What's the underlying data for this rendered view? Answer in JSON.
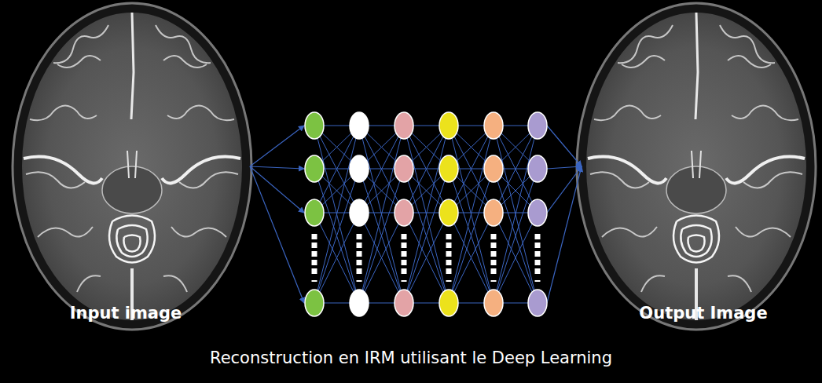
{
  "diagram": {
    "caption": "Reconstruction en IRM utilisant le Deep Learning",
    "labels": [
      "Input image",
      "Output Image"
    ]
  }
}
